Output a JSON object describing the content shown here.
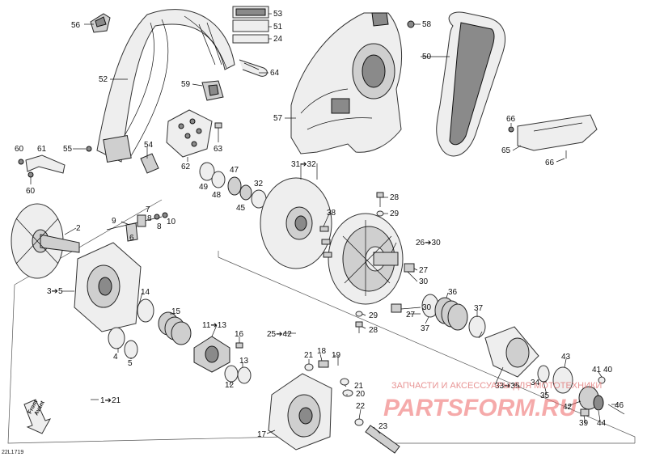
{
  "diagram_ref": "22L1719",
  "direction_marker": {
    "line1": "Front",
    "line2": "Avant"
  },
  "watermark": {
    "tagline": "ЗАПЧАСТИ И АКСЕССУАРЫ ДЛЯ МОТОТЕХНИКИ",
    "brand": "PARTSFORM.RU"
  },
  "callouts": [
    {
      "id": "56",
      "text": "56"
    },
    {
      "id": "53",
      "text": "53"
    },
    {
      "id": "51",
      "text": "51"
    },
    {
      "id": "24",
      "text": "24"
    },
    {
      "id": "58",
      "text": "58"
    },
    {
      "id": "50",
      "text": "50"
    },
    {
      "id": "64",
      "text": "64"
    },
    {
      "id": "52",
      "text": "52"
    },
    {
      "id": "59",
      "text": "59"
    },
    {
      "id": "57",
      "text": "57"
    },
    {
      "id": "66a",
      "text": "66"
    },
    {
      "id": "65",
      "text": "65"
    },
    {
      "id": "55",
      "text": "55"
    },
    {
      "id": "63",
      "text": "63"
    },
    {
      "id": "60a",
      "text": "60"
    },
    {
      "id": "61",
      "text": "61"
    },
    {
      "id": "54",
      "text": "54"
    },
    {
      "id": "62",
      "text": "62"
    },
    {
      "id": "66b",
      "text": "66"
    },
    {
      "id": "31-32",
      "text": "31➔32"
    },
    {
      "id": "47",
      "text": "47"
    },
    {
      "id": "49",
      "text": "49"
    },
    {
      "id": "48",
      "text": "48"
    },
    {
      "id": "32",
      "text": "32"
    },
    {
      "id": "60b",
      "text": "60"
    },
    {
      "id": "28a",
      "text": "28"
    },
    {
      "id": "45",
      "text": "45"
    },
    {
      "id": "29a",
      "text": "29"
    },
    {
      "id": "38",
      "text": "38"
    },
    {
      "id": "7",
      "text": "7"
    },
    {
      "id": "9",
      "text": "9"
    },
    {
      "id": "8a",
      "text": "8"
    },
    {
      "id": "10",
      "text": "10"
    },
    {
      "id": "8b",
      "text": "8"
    },
    {
      "id": "2",
      "text": "2"
    },
    {
      "id": "6",
      "text": "6"
    },
    {
      "id": "26-30",
      "text": "26➔30"
    },
    {
      "id": "27a",
      "text": "27"
    },
    {
      "id": "30a",
      "text": "30"
    },
    {
      "id": "3-5",
      "text": "3➔5"
    },
    {
      "id": "14",
      "text": "14"
    },
    {
      "id": "36",
      "text": "36"
    },
    {
      "id": "30b",
      "text": "30"
    },
    {
      "id": "27b",
      "text": "27"
    },
    {
      "id": "29b",
      "text": "29"
    },
    {
      "id": "37a",
      "text": "37"
    },
    {
      "id": "15",
      "text": "15"
    },
    {
      "id": "11-13",
      "text": "11➔13"
    },
    {
      "id": "28b",
      "text": "28"
    },
    {
      "id": "37b",
      "text": "37"
    },
    {
      "id": "25-42",
      "text": "25➔42"
    },
    {
      "id": "16",
      "text": "16"
    },
    {
      "id": "4",
      "text": "4"
    },
    {
      "id": "5",
      "text": "5"
    },
    {
      "id": "13",
      "text": "13"
    },
    {
      "id": "12",
      "text": "12"
    },
    {
      "id": "21a",
      "text": "21"
    },
    {
      "id": "18",
      "text": "18"
    },
    {
      "id": "19",
      "text": "19"
    },
    {
      "id": "43",
      "text": "43"
    },
    {
      "id": "41",
      "text": "41"
    },
    {
      "id": "40",
      "text": "40"
    },
    {
      "id": "34",
      "text": "34"
    },
    {
      "id": "33-35",
      "text": "33➔35"
    },
    {
      "id": "21b",
      "text": "21"
    },
    {
      "id": "20",
      "text": "20"
    },
    {
      "id": "35",
      "text": "35"
    },
    {
      "id": "42",
      "text": "42"
    },
    {
      "id": "1-21",
      "text": "1➔21"
    },
    {
      "id": "22",
      "text": "22"
    },
    {
      "id": "46",
      "text": "46"
    },
    {
      "id": "39",
      "text": "39"
    },
    {
      "id": "44",
      "text": "44"
    },
    {
      "id": "23",
      "text": "23"
    },
    {
      "id": "17",
      "text": "17"
    }
  ],
  "colors": {
    "line": "#111111",
    "part_fill": "#cfcfcf",
    "watermark": "#e66666"
  }
}
